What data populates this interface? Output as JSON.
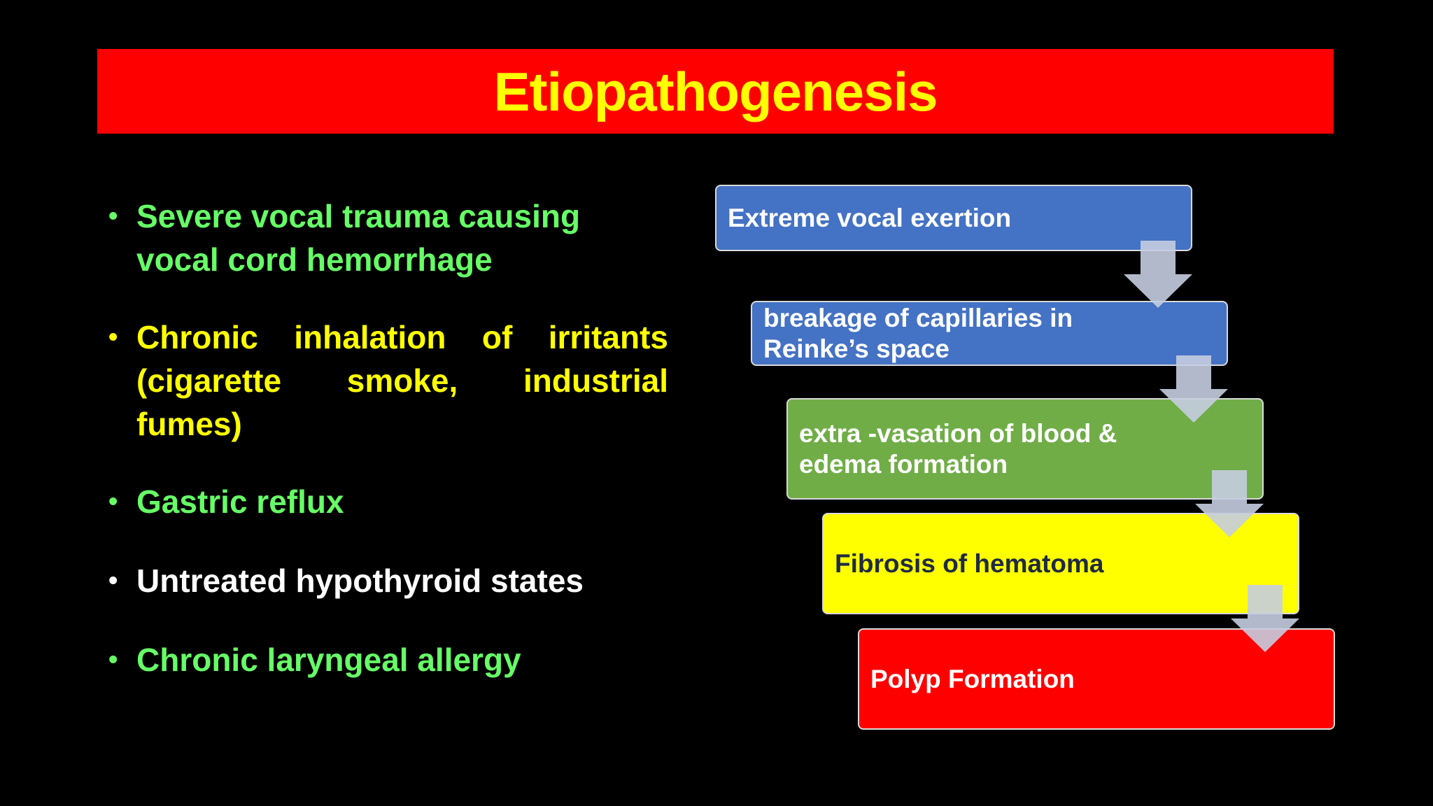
{
  "title": "Etiopathogenesis",
  "bullets": [
    {
      "text": "Severe vocal trauma causing vocal cord hemorrhage",
      "color": "#66ff66"
    },
    {
      "text": "Chronic inhalation of irritants (cigarette smoke, industrial fumes)",
      "color": "#ffff00"
    },
    {
      "text": "Gastric reflux",
      "color": "#66ff66"
    },
    {
      "text": "Untreated hypothyroid states",
      "color": "#ffffff"
    },
    {
      "text": "Chronic laryngeal allergy",
      "color": "#66ff66"
    }
  ],
  "flow": [
    {
      "text": "Extreme vocal exertion",
      "fill": "#4472c4",
      "text_color": "#ffffff"
    },
    {
      "text": "breakage of capillaries in Reinke’s space",
      "fill": "#4472c4",
      "text_color": "#ffffff"
    },
    {
      "text": "extra -vasation of blood & edema formation",
      "fill": "#70ad47",
      "text_color": "#ffffff"
    },
    {
      "text": "Fibrosis of hematoma",
      "fill": "#ffff00",
      "text_color": "#1f2a44"
    },
    {
      "text": "Polyp Formation",
      "fill": "#ff0000",
      "text_color": "#ffffff"
    }
  ],
  "arrow_icon": "down-arrow-icon",
  "arrow_color": "#c5cde0"
}
